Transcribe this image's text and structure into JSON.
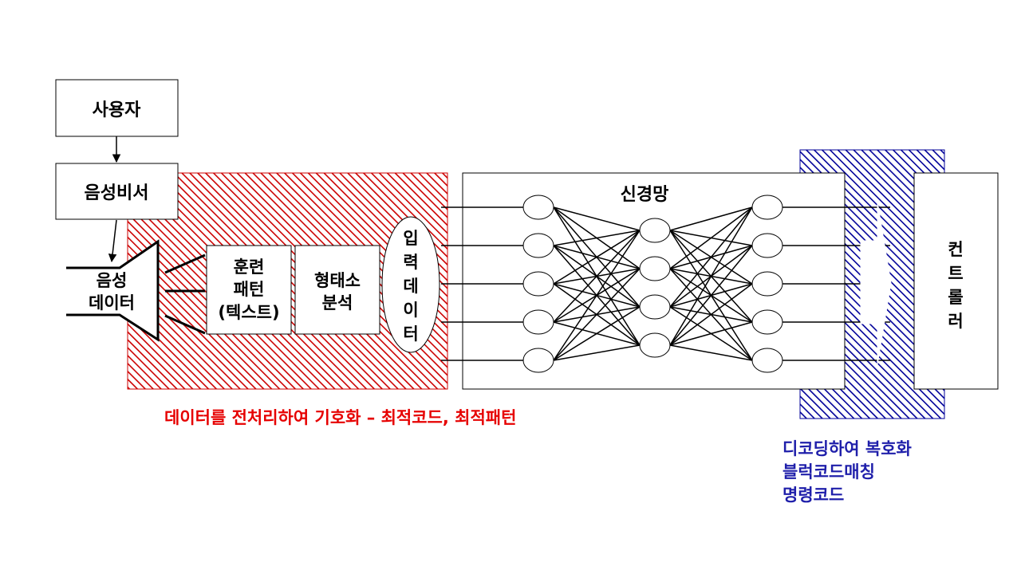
{
  "colors": {
    "preprocess_hatch": "#cc0000",
    "decode_hatch": "#000099",
    "preprocess_caption": "#e60000",
    "decode_caption": "#1f1faa"
  },
  "labels": {
    "user": "사용자",
    "voice_assistant": "음성비서",
    "voice_data": [
      "음성",
      "데이터"
    ],
    "training_pattern": [
      "훈련",
      "패턴",
      "(텍스트)"
    ],
    "morph_analysis": [
      "형태소",
      "분석"
    ],
    "input_data": [
      "입",
      "력",
      "데",
      "이",
      "터"
    ],
    "neural_net": "신경망",
    "controller": [
      "컨",
      "트",
      "롤",
      "러"
    ]
  },
  "captions": {
    "preprocess": "데이터를 전처리하여 기호화 – 최적코드, 최적패턴",
    "decode": [
      "디코딩하여 복호화",
      "블럭코드매칭",
      "명령코드"
    ]
  },
  "network": {
    "layer_sizes": [
      5,
      4,
      5
    ]
  }
}
